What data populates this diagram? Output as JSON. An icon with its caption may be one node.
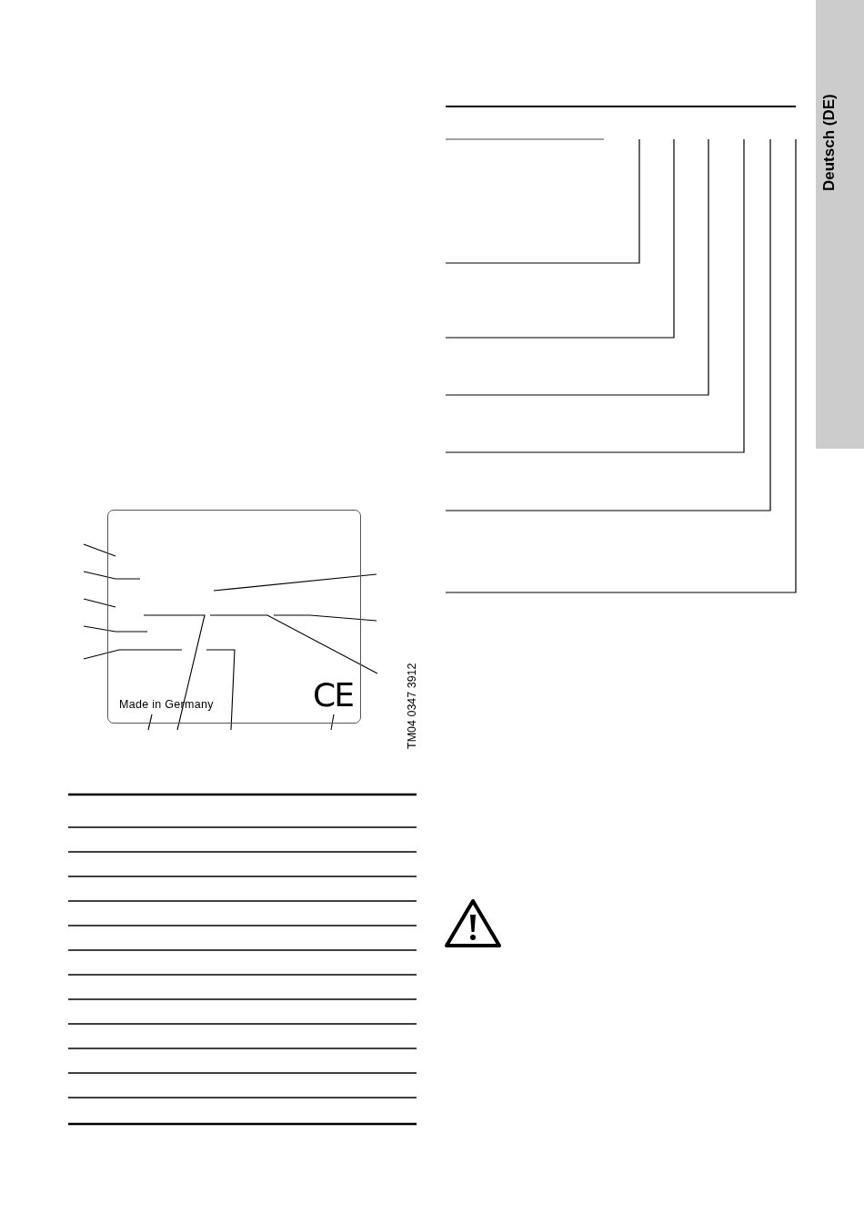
{
  "diagram": {
    "nodes": [
      {
        "text": [
          "Deutsch (DE)"
        ]
      },
      {
        "text": [
          "Made in Germany",
          "CE"
        ]
      }
    ],
    "edges": [
      {
        "from": null,
        "to": 1,
        "arrow": "none"
      },
      {
        "from": null,
        "to": 1,
        "arrow": "none"
      },
      {
        "from": null,
        "to": 1,
        "arrow": "none"
      },
      {
        "from": null,
        "to": 1,
        "arrow": "none"
      },
      {
        "from": null,
        "to": 1,
        "arrow": "none"
      },
      {
        "from": null,
        "to": 1,
        "arrow": "none"
      },
      {
        "from": null,
        "to": 1,
        "arrow": "none"
      },
      {
        "from": null,
        "to": 1,
        "arrow": "none"
      },
      {
        "from": null,
        "to": 1,
        "arrow": "none"
      },
      {
        "from": null,
        "to": 1,
        "arrow": "none"
      },
      {
        "from": null,
        "to": 1,
        "arrow": "none"
      },
      {
        "from": null,
        "to": 1,
        "arrow": "none"
      }
    ],
    "labels": [
      "TM04 0347 3912"
    ]
  }
}
